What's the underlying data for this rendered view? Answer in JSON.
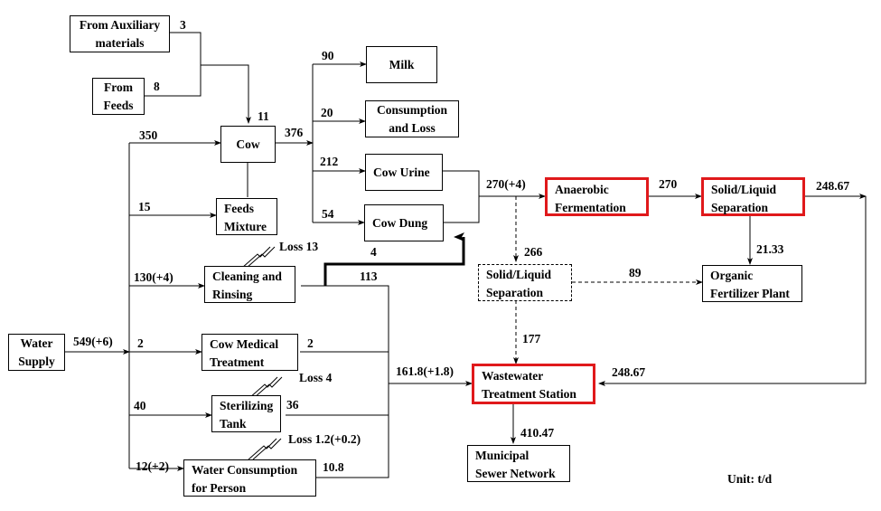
{
  "diagram": {
    "type": "water-flow-diagram",
    "unit_label": "Unit: t/d",
    "highlight_color": "#e0191b",
    "nodes": {
      "aux": "From Auxiliary\nmaterials",
      "feeds": "From\nFeeds",
      "cow": "Cow",
      "milk": "Milk",
      "consumption": "Consumption\nand Loss",
      "urine": "Cow  Urine",
      "dung": "Cow  Dung",
      "feeds_mixture": "Feeds\nMixture",
      "cleaning": "Cleaning and\nRinsing",
      "water_supply": "Water\nSupply",
      "medical": "Cow Medical\nTreatment",
      "sterilizing": "Sterilizing\nTank",
      "person": "Water Consumption\nfor Person",
      "anaerobic": "Anaerobic\nFermentation",
      "sl_sep": "Solid/Liquid\nSeparation",
      "sl_sep_alt": "Solid/Liquid\nSeparation",
      "fertilizer": "Organic\nFertilizer Plant",
      "wwtp": "Wastewater\nTreatment Station",
      "sewer": "Municipal\nSewer Network"
    },
    "flows": {
      "aux_out": "3",
      "feeds_out": "8",
      "to_cow_feed": "11",
      "to_cow_water": "350",
      "cow_out": "376",
      "milk": "90",
      "consumption": "20",
      "urine": "212",
      "dung": "54",
      "feeds_mixture": "15",
      "cleaning_in": "130(+4)",
      "cleaning_loss": "Loss  13",
      "cleaning_to_dung": "4",
      "cleaning_out": "113",
      "water_supply": "549(+6)",
      "medical_in": "2",
      "medical_out": "2",
      "sterilizing_in": "40",
      "sterilizing_loss": "Loss  4",
      "sterilizing_out": "36",
      "person_in": "12(+2)",
      "person_loss": "Loss 1.2(+0.2)",
      "person_out": "10.8",
      "to_wwtp_combined": "161.8(+1.8)",
      "manure_total": "270(+4)",
      "anaerobic_out": "270",
      "sl_liquid_out": "248.67",
      "sl_solid_out": "21.33",
      "alt_in": "266",
      "alt_to_fertilizer": "89",
      "alt_to_wwtp": "177",
      "return_to_wwtp": "248.67",
      "wwtp_out": "410.47"
    }
  }
}
